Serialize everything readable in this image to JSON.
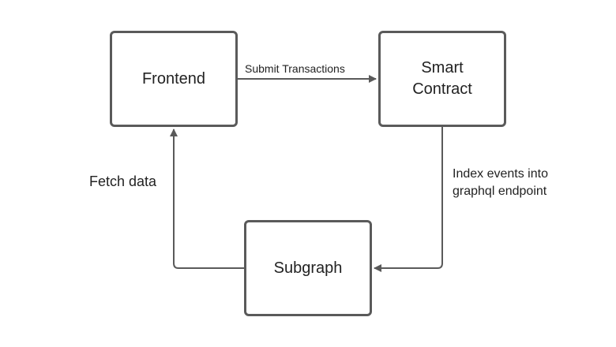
{
  "diagram": {
    "nodes": {
      "frontend": {
        "label": "Frontend"
      },
      "smart_contract": {
        "line1": "Smart",
        "line2": "Contract"
      },
      "subgraph": {
        "label": "Subgraph"
      }
    },
    "edges": {
      "submit": {
        "label": "Submit Transactions"
      },
      "index": {
        "line1": "Index events into",
        "line2": "graphql endpoint"
      },
      "fetch": {
        "label": "Fetch data"
      }
    },
    "colors": {
      "stroke": "#5a5a5a",
      "text": "#222222",
      "background": "#ffffff"
    }
  }
}
